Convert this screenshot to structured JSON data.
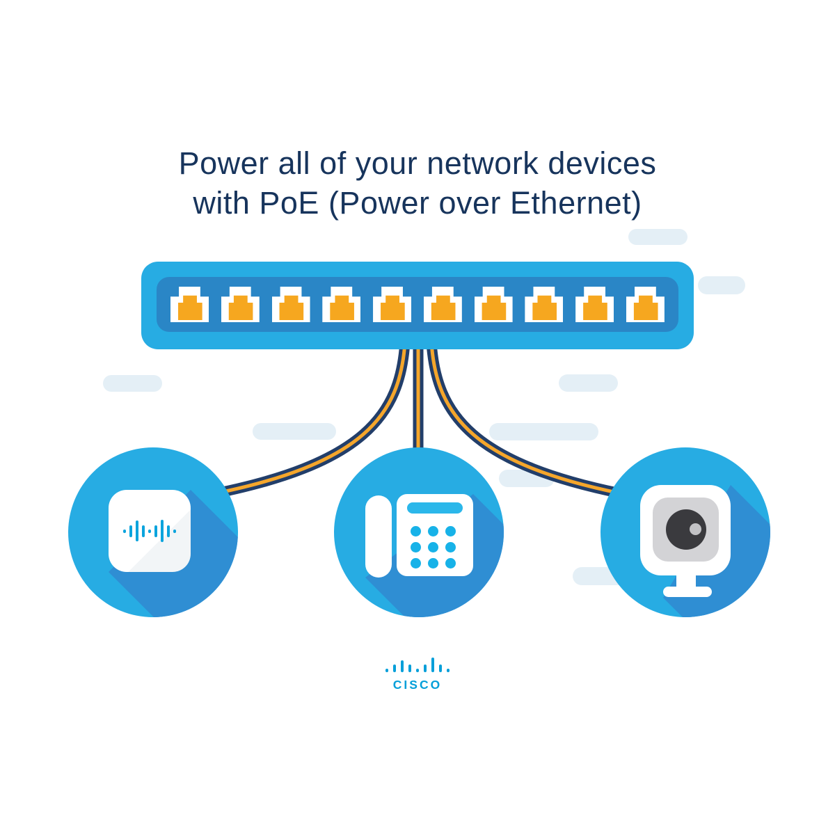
{
  "title": {
    "line1": "Power all of your network devices",
    "line2": "with PoE (Power over Ethernet)"
  },
  "switch": {
    "kind": "PoE network switch",
    "port_count": 10
  },
  "cables": {
    "count": 3,
    "navy_color": "#223e6a",
    "stripe_color": "#f5a62b"
  },
  "devices": [
    {
      "id": "access-point",
      "icon": "wireless-access-point-icon",
      "wave_heights": [
        5,
        17,
        30,
        17,
        5,
        17,
        32,
        17,
        5
      ]
    },
    {
      "id": "ip-phone",
      "icon": "desk-phone-icon",
      "keypad_rows": 3,
      "keypad_cols": 3
    },
    {
      "id": "camera",
      "icon": "security-camera-icon"
    }
  ],
  "logo": {
    "wordmark": "CISCO",
    "bar_heights": [
      5,
      11,
      17,
      11,
      5,
      11,
      21,
      11,
      5
    ]
  },
  "colors": {
    "cyan": "#27ace3",
    "switch_inner_blue": "#2a86c6",
    "long_shadow_blue": "#2f8ed3",
    "port_orange": "#f6a71f",
    "title_navy": "#17345c",
    "cisco_blue": "#049fd9",
    "pill_blue": "#e4eff6",
    "phone_accent": "#2bb7ea",
    "camera_gray": "#d3d3d6",
    "lens_dark": "#3a3a3e"
  }
}
